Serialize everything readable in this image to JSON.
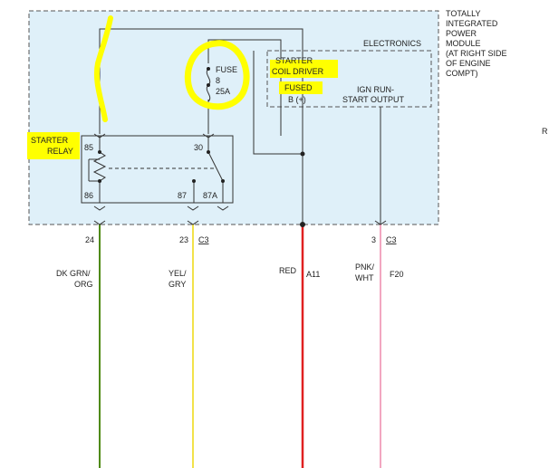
{
  "module": {
    "title_lines": [
      "TOTALLY",
      "INTEGRATED",
      "POWER",
      "MODULE",
      "(AT RIGHT SIDE",
      "OF ENGINE",
      "COMPT)"
    ],
    "fill_color": "#dff0f9"
  },
  "electronics": {
    "label": "ELECTRONICS",
    "coil_driver_lines": [
      "STARTER",
      "COIL DRIVER"
    ],
    "fused_label": "FUSED",
    "battery_label": "B (+)",
    "output_lines": [
      "IGN RUN-",
      "START OUTPUT"
    ]
  },
  "fuse": {
    "lines": [
      "FUSE",
      "8",
      "25A"
    ]
  },
  "relay": {
    "lines": [
      "STARTER",
      "RELAY"
    ],
    "pins": [
      "85",
      "86",
      "30",
      "87",
      "87A"
    ]
  },
  "edge_letter": "R",
  "highlight_color": "#ffff00",
  "wires": [
    {
      "pin": "24",
      "connector": "",
      "color_lines": [
        "DK GRN/",
        "ORG"
      ],
      "circuit": "",
      "stroke": "#4f8a10"
    },
    {
      "pin": "23",
      "connector": "C3",
      "color_lines": [
        "YEL/",
        "GRY"
      ],
      "circuit": "",
      "stroke": "#f2e24a"
    },
    {
      "pin": "",
      "connector": "",
      "color_lines": [
        "RED"
      ],
      "circuit": "A11",
      "stroke": "#e02020"
    },
    {
      "pin": "3",
      "connector": "C3",
      "color_lines": [
        "PNK/",
        "WHT"
      ],
      "circuit": "F20",
      "stroke": "#f2a7c0"
    }
  ]
}
